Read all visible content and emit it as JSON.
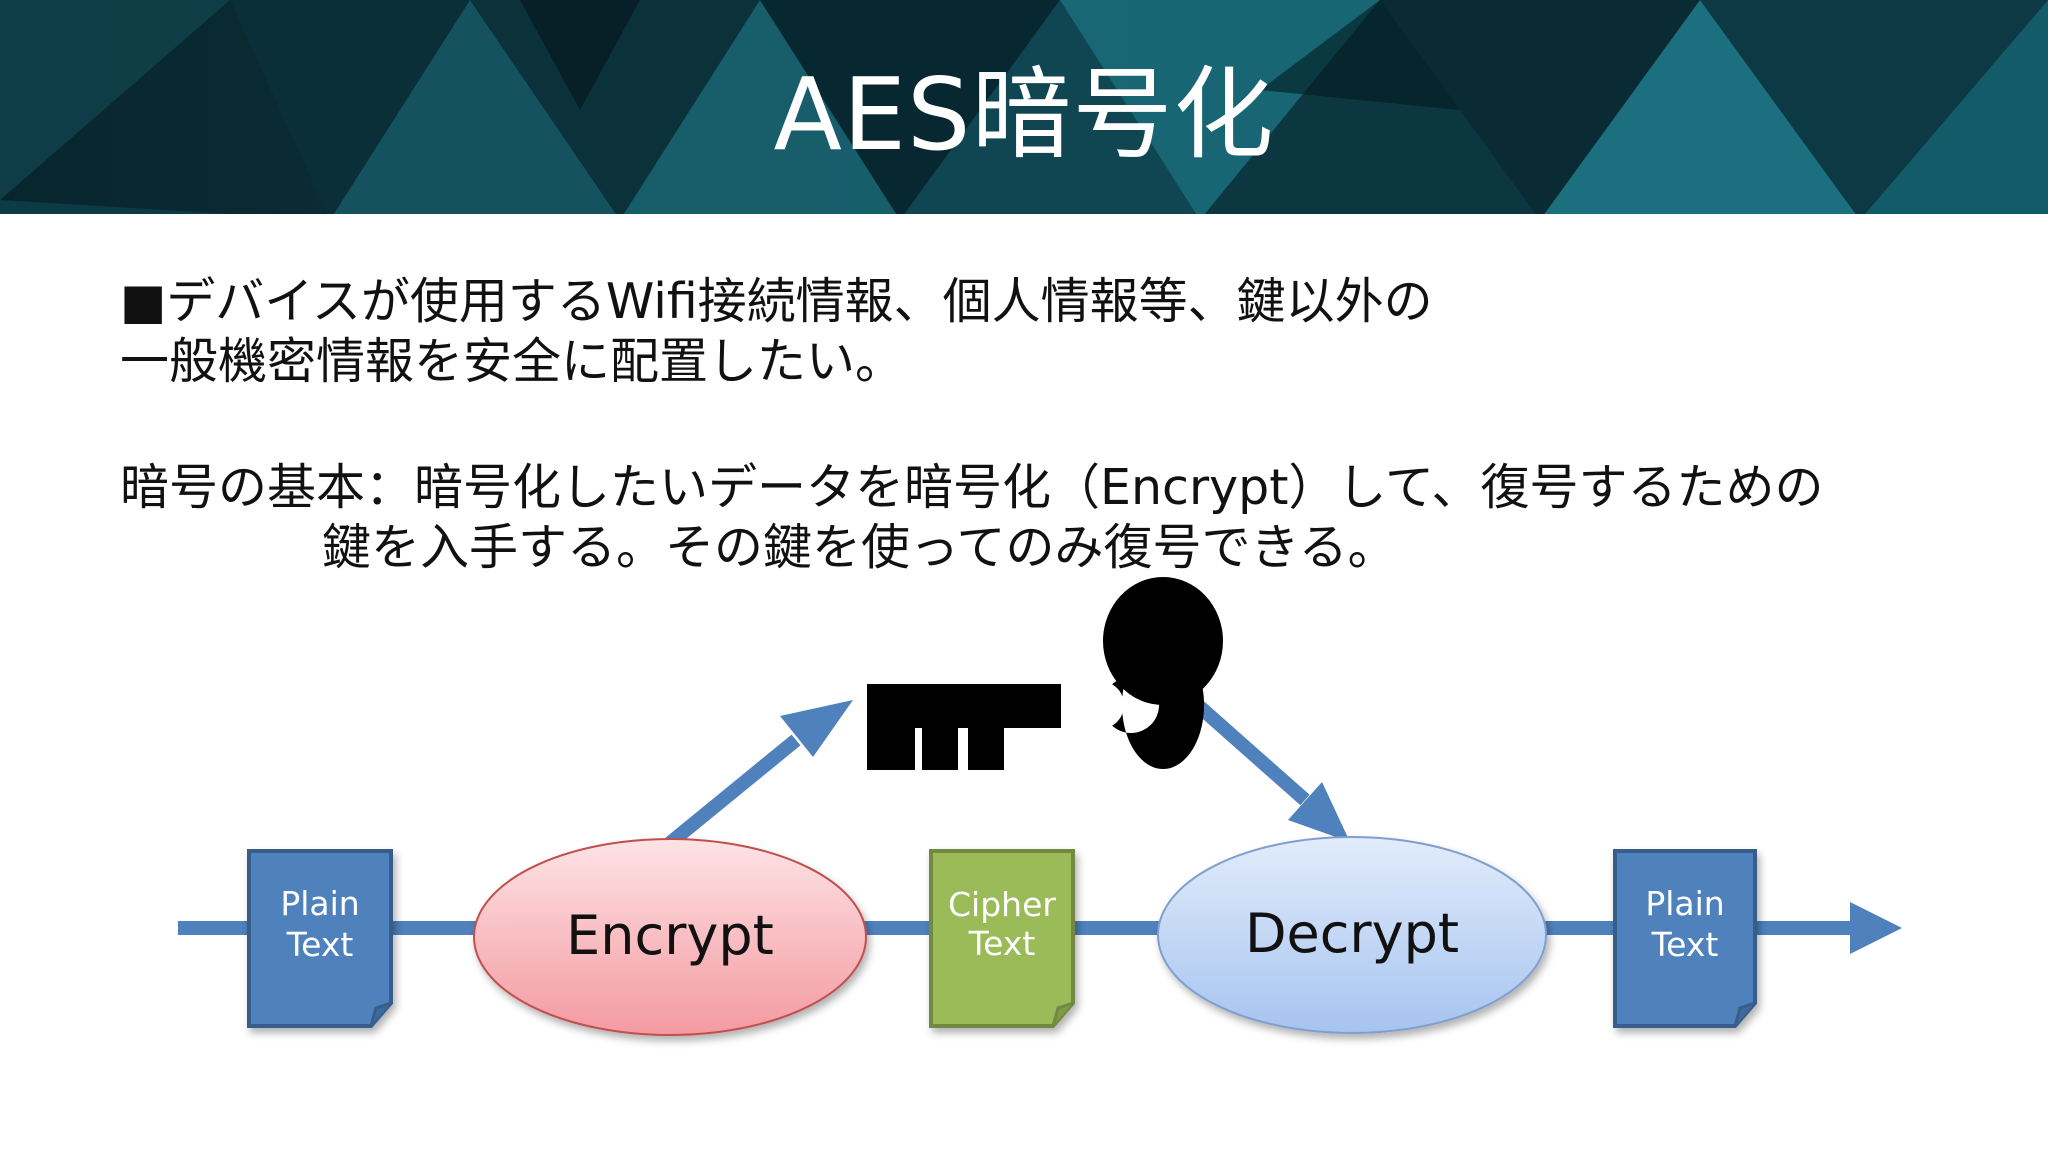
{
  "slide": {
    "title": "AES暗号化",
    "bullet_line1": "■デバイスが使用するWifi接続情報、個人情報等、鍵以外の",
    "bullet_line2": "一般機密情報を安全に配置したい。",
    "basic_line1": "暗号の基本：暗号化したいデータを暗号化（Encrypt）して、復号するための",
    "basic_line2": "鍵を入手する。その鍵を使ってのみ復号できる。"
  },
  "diagram": {
    "plain_in": {
      "line1": "Plain",
      "line2": "Text"
    },
    "encrypt": "Encrypt",
    "cipher": {
      "line1": "Cipher",
      "line2": "Text"
    },
    "decrypt": "Decrypt",
    "plain_out": {
      "line1": "Plain",
      "line2": "Text"
    },
    "key_icon": "key-icon"
  },
  "colors": {
    "header_dark": "#0b2a33",
    "header_teal": "#1f7d8a",
    "flow_blue": "#4f81bd",
    "doc_blue_fill": "#4f81bd",
    "doc_blue_stroke": "#385d8a",
    "doc_green_fill": "#9bbb59",
    "doc_green_stroke": "#71893f",
    "encrypt_fill": "#f4a6ac",
    "decrypt_fill": "#b7cff2",
    "key": "#000000"
  }
}
